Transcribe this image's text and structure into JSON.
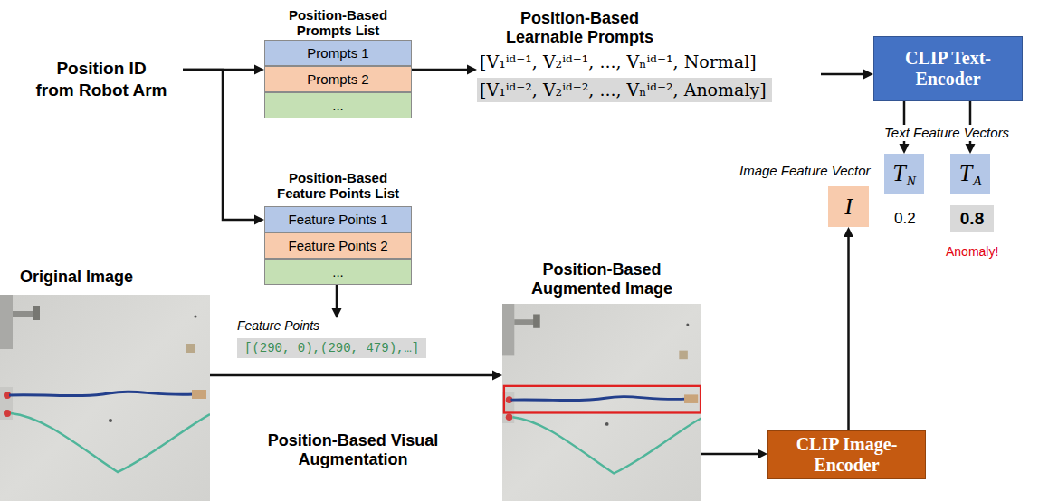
{
  "diagram": {
    "nodes": [
      {
        "text": [
          "Position ID from Robot Arm"
        ]
      },
      {
        "text": [
          "Position-Based Prompts List"
        ]
      },
      {
        "text": [
          "Prompts 1"
        ],
        "in": 1
      },
      {
        "text": [
          "Prompts 2"
        ],
        "in": 1
      },
      {
        "text": [
          "..."
        ],
        "in": 1
      },
      {
        "text": [
          "Position-Based Learnable Prompts",
          "[V₁ⁱᵈ⁻¹, V₂ⁱᵈ⁻¹, ..., Vₙⁱᵈ⁻¹, Normal]",
          "[V₁ⁱᵈ⁻², V₂ⁱᵈ⁻², ..., Vₙⁱᵈ⁻², Anomaly]"
        ]
      },
      {
        "text": [
          "CLIP Text-Encoder"
        ]
      },
      {
        "text": [
          "T",
          "N"
        ]
      },
      {
        "text": [
          "T",
          "A"
        ]
      },
      {
        "text": [
          "0.8"
        ]
      },
      {
        "text": [
          "I"
        ]
      },
      {
        "text": [
          "Position-Based Feature Points List"
        ]
      },
      {
        "text": [
          "Feature Points 1"
        ],
        "in": 11
      },
      {
        "text": [
          "Feature Points 2"
        ],
        "in": 11
      },
      {
        "text": [
          "..."
        ],
        "in": 11
      },
      {
        "text": [
          "Feature Points",
          "[(290, 0),(290, 479),…]"
        ]
      },
      {
        "text": [
          "Original Image"
        ]
      },
      {
        "text": [
          "Position-Based Augmented Image"
        ]
      },
      {
        "text": [
          "CLIP Image-Encoder"
        ]
      }
    ],
    "edges": [
      {
        "from": 0,
        "to": 1,
        "arrow": "to"
      },
      {
        "from": 0,
        "to": 11,
        "arrow": "to"
      },
      {
        "from": 1,
        "to": 5,
        "arrow": "to"
      },
      {
        "from": 5,
        "to": 6,
        "arrow": "to"
      },
      {
        "from": 6,
        "to": 7,
        "arrow": "to"
      },
      {
        "from": 6,
        "to": 8,
        "arrow": "to"
      },
      {
        "from": 11,
        "to": 15,
        "arrow": "to"
      },
      {
        "from": 16,
        "to": 17,
        "label": "Position-Based Visual Augmentation",
        "arrow": "to"
      },
      {
        "from": 17,
        "to": 18,
        "arrow": "to"
      },
      {
        "from": 18,
        "to": 10,
        "arrow": "to"
      }
    ],
    "labels": [
      "Text Feature Vectors",
      "Image Feature Vector",
      "0.2",
      "Anomaly!"
    ]
  }
}
